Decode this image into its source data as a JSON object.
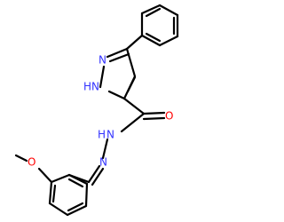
{
  "molecule": {
    "atoms": {
      "pyrazole_N1": "N",
      "pyrazole_N2_H": "H",
      "pyrazole_N2": "N",
      "amide_O": "O",
      "hydrazide_N1_H": "H",
      "hydrazide_N1": "N",
      "hydrazide_N2": "N",
      "methoxy_O": "O"
    },
    "colors": {
      "nitrogen": "#3333ff",
      "oxygen": "#ff0000",
      "carbon_bond": "#000000"
    }
  }
}
